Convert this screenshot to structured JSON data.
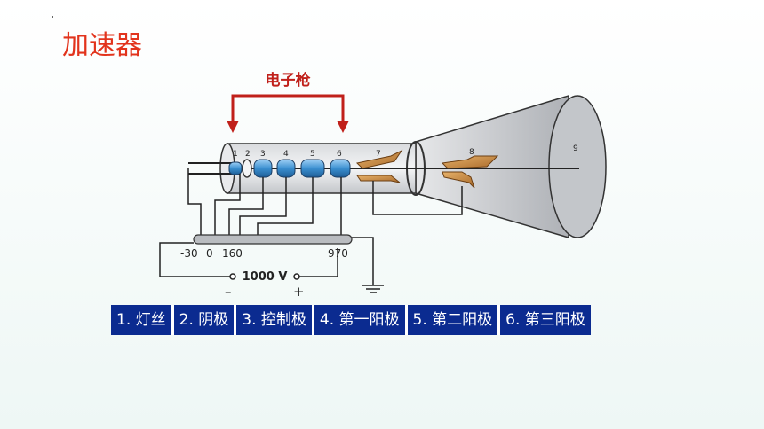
{
  "slide_title": "加速器",
  "diagram": {
    "gun_label": "电子枪",
    "electrode_numbers": [
      "1",
      "2",
      "3",
      "4",
      "5",
      "6",
      "7",
      "8",
      "9"
    ],
    "voltage_ticks": [
      "-30",
      "0",
      "160",
      "970"
    ],
    "supply_label": "1000 V",
    "minus_sign": "–",
    "plus_sign": "+",
    "colors": {
      "arrow_red": "#c0201a",
      "electrode_blue": "#3a8fd0",
      "plate_bronze": "#c98a3a",
      "screen_gray": "#b9bcc0"
    }
  },
  "legend": [
    "1. 灯丝",
    "2. 阴极",
    "3. 控制极",
    "4. 第一阳极",
    "5. 第二阳极",
    "6. 第三阳极"
  ]
}
